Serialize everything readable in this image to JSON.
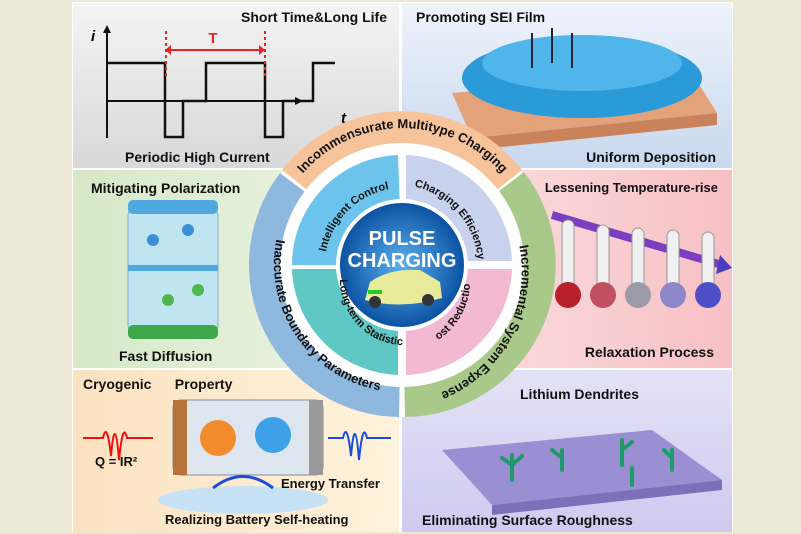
{
  "panels": {
    "top_left": {
      "title": "Short Time&Long Life",
      "caption": "Periodic High Current",
      "axis_y": "i",
      "axis_x": "t",
      "period": "T"
    },
    "top_right": {
      "title": "Promoting SEI Film",
      "caption": "Uniform  Deposition"
    },
    "mid_left": {
      "title": "Mitigating  Polarization",
      "caption": "Fast Diffusion"
    },
    "mid_right": {
      "title": "Lessening  Temperature-rise",
      "caption": "Relaxation Process"
    },
    "bottom_left": {
      "title": "Cryogenic      Property",
      "formula": "Q = IR²",
      "energy": "Energy Transfer",
      "caption": "Realizing Battery  Self-heating"
    },
    "bottom_right": {
      "title": "Lithium Dendrites",
      "caption": "Eliminating Surface Roughness"
    }
  },
  "center": {
    "line1": "PULSE",
    "line2": "CHARGING",
    "outer_ring": [
      "Incommensurate Multitype Charging",
      "Incremental System Expense",
      "Inaccurate Boundary Parameters"
    ],
    "inner_ring": [
      "Intelligent Control",
      "Charging Efficiency",
      "Cost Reduction",
      "Long-term Statistic"
    ]
  },
  "colors": {
    "orange": "#f6c39a",
    "green": "#a9c98a",
    "blue_ring": "#8fb8de",
    "inner_blue": "#6cc3ec",
    "inner_lavender": "#c8d2ec",
    "inner_pink": "#f4b9d2",
    "inner_teal": "#5fc7c4",
    "core": "#1a6fc0"
  }
}
